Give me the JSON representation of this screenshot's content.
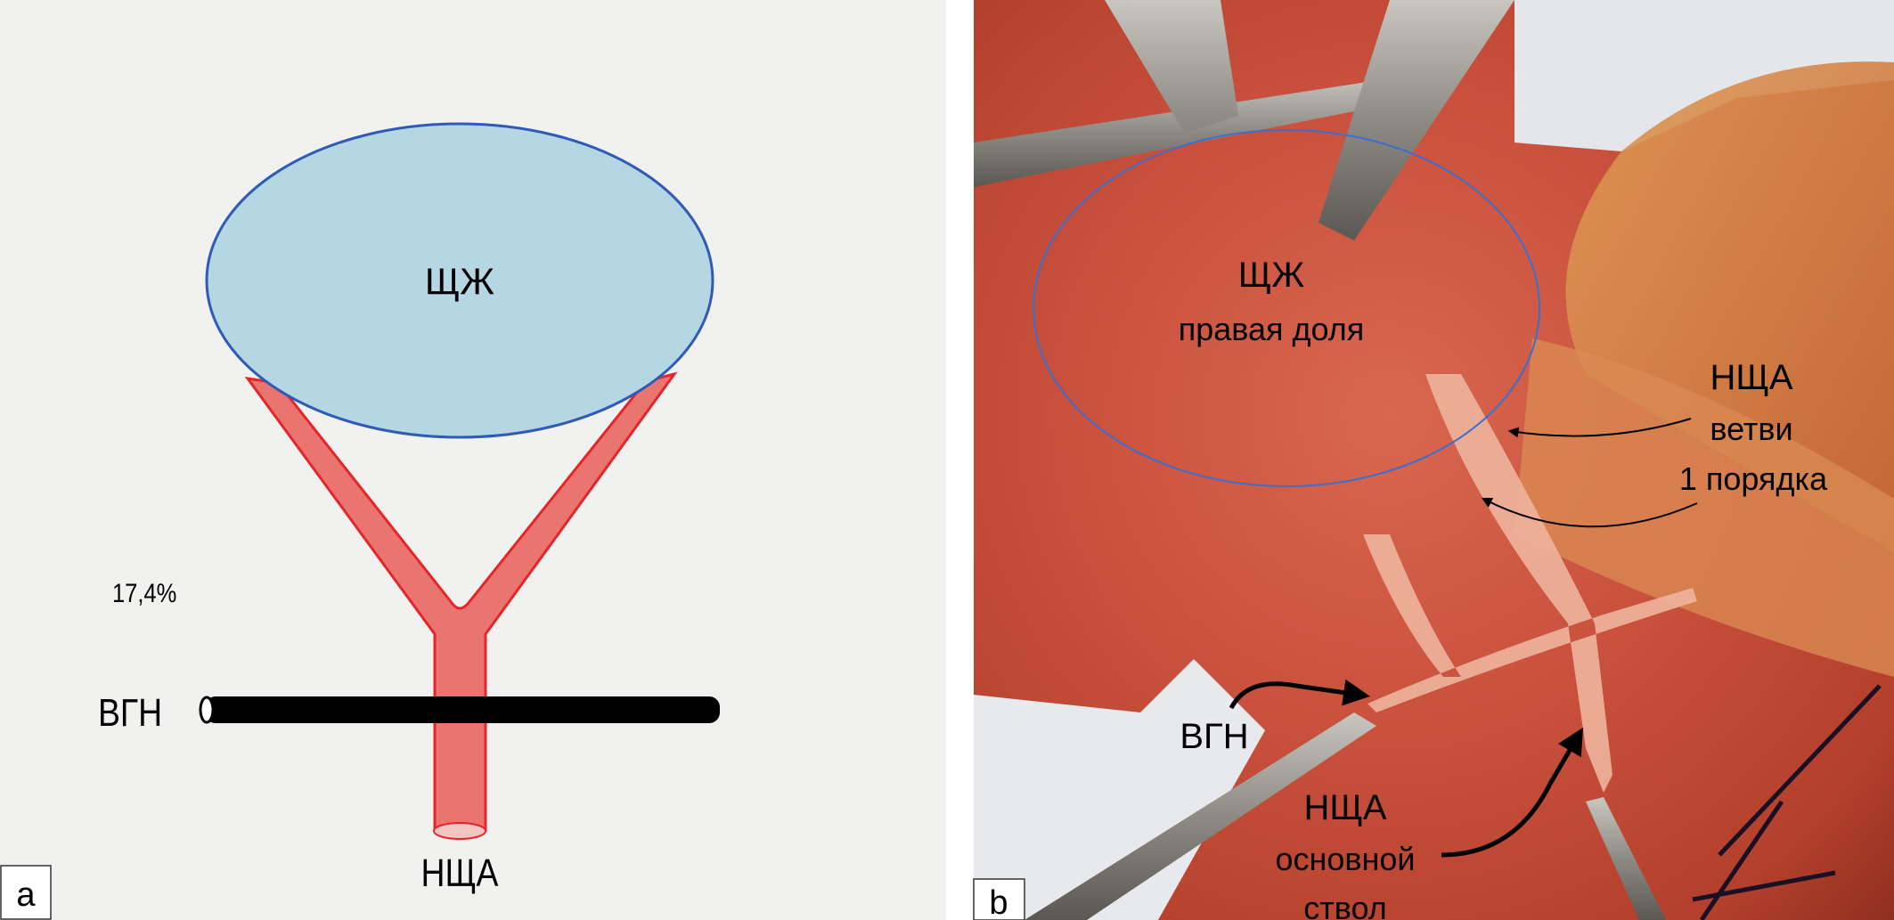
{
  "panel_a": {
    "panel_label": "a",
    "thyroid_label": "ЩЖ",
    "percent_label": "17,4%",
    "nerve_label": "ВГН",
    "artery_label": "НЩА",
    "colors": {
      "thyroid_fill": "#b5d6e3",
      "thyroid_stroke": "#2f5bb7",
      "artery_fill": "#ea7570",
      "artery_stroke": "#e3262a",
      "nerve": "#000000",
      "background": "#f1f1f0"
    }
  },
  "panel_b": {
    "panel_label": "b",
    "thyroid_label": "ЩЖ",
    "thyroid_sublabel": "правая доля",
    "branches_label": [
      "НЩА",
      "ветви",
      "1 порядка"
    ],
    "nerve_label": "ВГН",
    "trunk_label": [
      "НЩА",
      "основной",
      "ствол"
    ],
    "colors": {
      "outline": "#3a6fd0"
    }
  }
}
